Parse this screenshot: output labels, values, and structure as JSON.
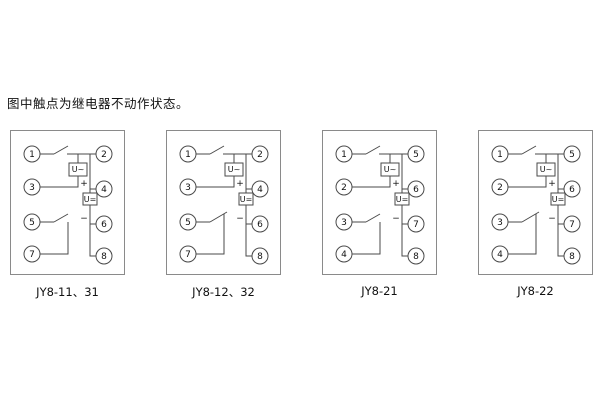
{
  "caption": "图中触点为继电器不动作状态。",
  "symbols": {
    "ac": "U~",
    "dc": "U=",
    "plus": "+",
    "minus": "−"
  },
  "panels": [
    {
      "label": "JY8-11、31",
      "terminals": {
        "left": [
          "1",
          "3",
          "5",
          "7"
        ],
        "right": [
          "2",
          "4",
          "6",
          "8"
        ]
      }
    },
    {
      "label": "JY8-12、32",
      "terminals": {
        "left": [
          "1",
          "3",
          "5",
          "7"
        ],
        "right": [
          "2",
          "4",
          "6",
          "8"
        ]
      }
    },
    {
      "label": "JY8-21",
      "terminals": {
        "left": [
          "1",
          "2",
          "3",
          "4"
        ],
        "right": [
          "5",
          "6",
          "7",
          "8"
        ]
      }
    },
    {
      "label": "JY8-22",
      "terminals": {
        "left": [
          "1",
          "2",
          "3",
          "4"
        ],
        "right": [
          "5",
          "6",
          "7",
          "8"
        ]
      }
    }
  ]
}
